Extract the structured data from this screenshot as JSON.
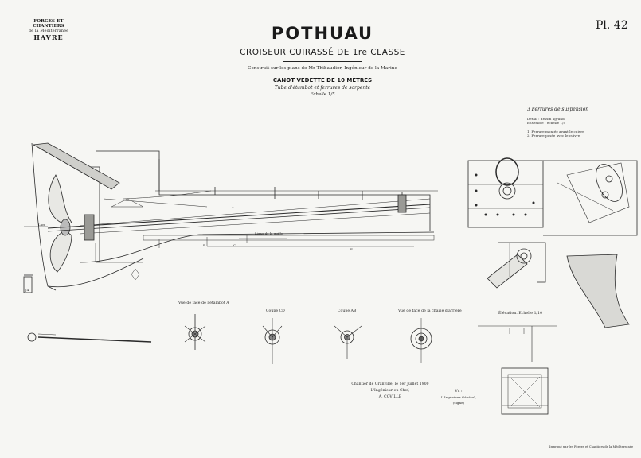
{
  "header": {
    "company_line1": "FORGES ET CHANTIERS",
    "company_line2": "de la Méditerranée",
    "company_line3": "HAVRE",
    "plate": "Pl. 42",
    "ship_name": "POTHUAU",
    "ship_class": "CROISEUR CUIRASSÉ DE 1re CLASSE",
    "plans_line": "Construit sur les plans de Mr Thibaudier, Ingénieur de la Marine",
    "boat_title": "CANOT VEDETTE DE 10 MÈTRES",
    "boat_subtitle": "Tube d'étambot et ferrures de sorpente",
    "scale": "Echelle 1/5"
  },
  "detail_panel": {
    "title": "3 Ferrures de suspension",
    "note1": "Détail : dessin agrandi",
    "note2": "Ensemble : échelle 1/5",
    "legend1": "1. Ferrure montée avant le cuivre",
    "legend2": "2. Ferrure posée avec le cuivre"
  },
  "section_labels": {
    "view_a": "Vue de face de l'étambot A",
    "view_b": "Coupe CD",
    "view_c": "Coupe AB",
    "view_d": "Vue de face de la chaise d'arrière",
    "elevation": "Élévation. Echelle 1/10"
  },
  "drawing_labels": {
    "plan_label": "Ligne de la quille"
  },
  "signatures": {
    "left_line1": "Chantier de Granville, le 1er Juillet 1900",
    "left_line2": "L'Ingénieur en Chef,",
    "left_line3": "A. COVILLE",
    "right_line1": "Vu :",
    "right_line2": "L'Ingénieur Général,",
    "right_line3": "(signé)"
  },
  "footer": {
    "imprint": "Imprimé par les Forges et Chantiers de la Méditerranée"
  }
}
